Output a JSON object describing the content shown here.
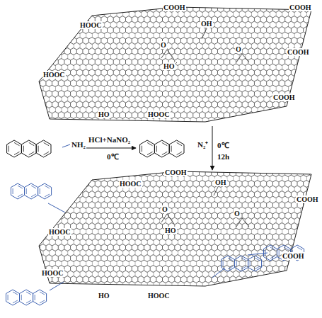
{
  "diagram": {
    "labels": [
      "COOH",
      "COOH",
      "HOOC",
      "OH",
      "O",
      "O",
      "COOH",
      "HO",
      "HOOC",
      "COOH",
      "HO",
      "HOOC",
      "NH₂",
      "HCl+NaNO₂",
      "0℃",
      "N₂⁺",
      "0℃",
      "12h",
      "COOH",
      "HOOC",
      "OH",
      "COOH",
      "O",
      "O",
      "HOOC",
      "HO",
      "COOH",
      "HOOC",
      "HO",
      "HOOC"
    ]
  }
}
